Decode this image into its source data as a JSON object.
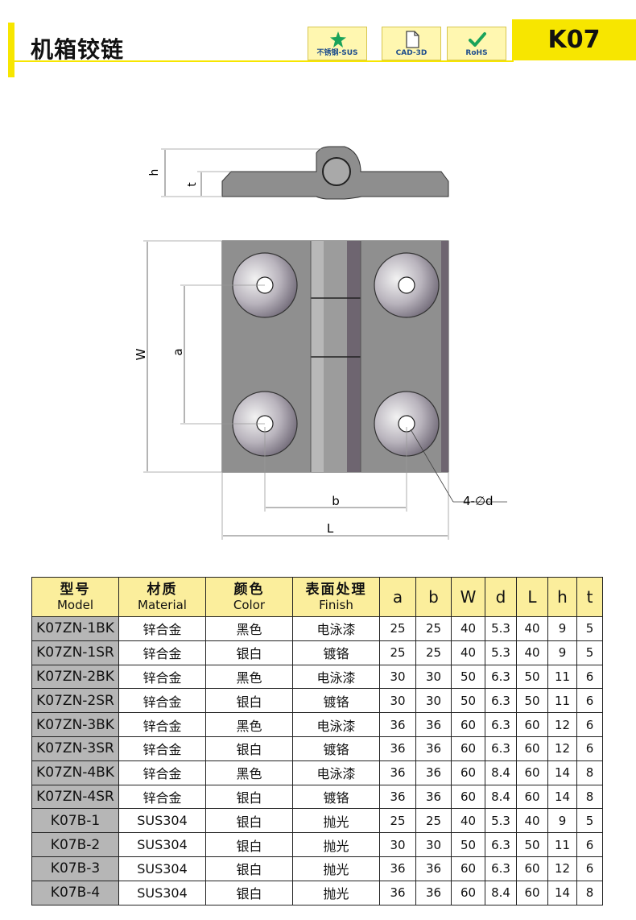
{
  "header": {
    "title": "机箱铰链",
    "product_code": "K07",
    "badges": [
      {
        "label": "不锈钢-SUS",
        "icon": "star-icon"
      },
      {
        "label": "CAD-3D",
        "icon": "document-icon"
      },
      {
        "label": "RoHS",
        "icon": "checkmark-icon"
      }
    ]
  },
  "drawing": {
    "dim_h": "h",
    "dim_t": "t",
    "dim_W": "W",
    "dim_a": "a",
    "dim_b": "b",
    "dim_L": "L",
    "dim_hole": "4-∅d"
  },
  "table": {
    "headers": [
      {
        "zh": "型号",
        "en": "Model"
      },
      {
        "zh": "材质",
        "en": "Material"
      },
      {
        "zh": "颜色",
        "en": "Color"
      },
      {
        "zh": "表面处理",
        "en": "Finish"
      }
    ],
    "symbols": [
      "a",
      "b",
      "W",
      "d",
      "L",
      "h",
      "t"
    ],
    "rows": [
      [
        "K07ZN-1BK",
        "锌合金",
        "黑色",
        "电泳漆",
        "25",
        "25",
        "40",
        "5.3",
        "40",
        "9",
        "5"
      ],
      [
        "K07ZN-1SR",
        "锌合金",
        "银白",
        "镀铬",
        "25",
        "25",
        "40",
        "5.3",
        "40",
        "9",
        "5"
      ],
      [
        "K07ZN-2BK",
        "锌合金",
        "黑色",
        "电泳漆",
        "30",
        "30",
        "50",
        "6.3",
        "50",
        "11",
        "6"
      ],
      [
        "K07ZN-2SR",
        "锌合金",
        "银白",
        "镀铬",
        "30",
        "30",
        "50",
        "6.3",
        "50",
        "11",
        "6"
      ],
      [
        "K07ZN-3BK",
        "锌合金",
        "黑色",
        "电泳漆",
        "36",
        "36",
        "60",
        "6.3",
        "60",
        "12",
        "6"
      ],
      [
        "K07ZN-3SR",
        "锌合金",
        "银白",
        "镀铬",
        "36",
        "36",
        "60",
        "6.3",
        "60",
        "12",
        "6"
      ],
      [
        "K07ZN-4BK",
        "锌合金",
        "黑色",
        "电泳漆",
        "36",
        "36",
        "60",
        "8.4",
        "60",
        "14",
        "8"
      ],
      [
        "K07ZN-4SR",
        "锌合金",
        "银白",
        "镀铬",
        "36",
        "36",
        "60",
        "8.4",
        "60",
        "14",
        "8"
      ],
      [
        "K07B-1",
        "SUS304",
        "银白",
        "抛光",
        "25",
        "25",
        "40",
        "5.3",
        "40",
        "9",
        "5"
      ],
      [
        "K07B-2",
        "SUS304",
        "银白",
        "抛光",
        "30",
        "30",
        "50",
        "6.3",
        "50",
        "11",
        "6"
      ],
      [
        "K07B-3",
        "SUS304",
        "银白",
        "抛光",
        "36",
        "36",
        "60",
        "6.3",
        "60",
        "12",
        "6"
      ],
      [
        "K07B-4",
        "SUS304",
        "银白",
        "抛光",
        "36",
        "36",
        "60",
        "8.4",
        "60",
        "14",
        "8"
      ]
    ]
  },
  "colors": {
    "accent": "#f7e600",
    "header_fill": "#fbee9c",
    "model_cell": "#b6b6b6"
  }
}
